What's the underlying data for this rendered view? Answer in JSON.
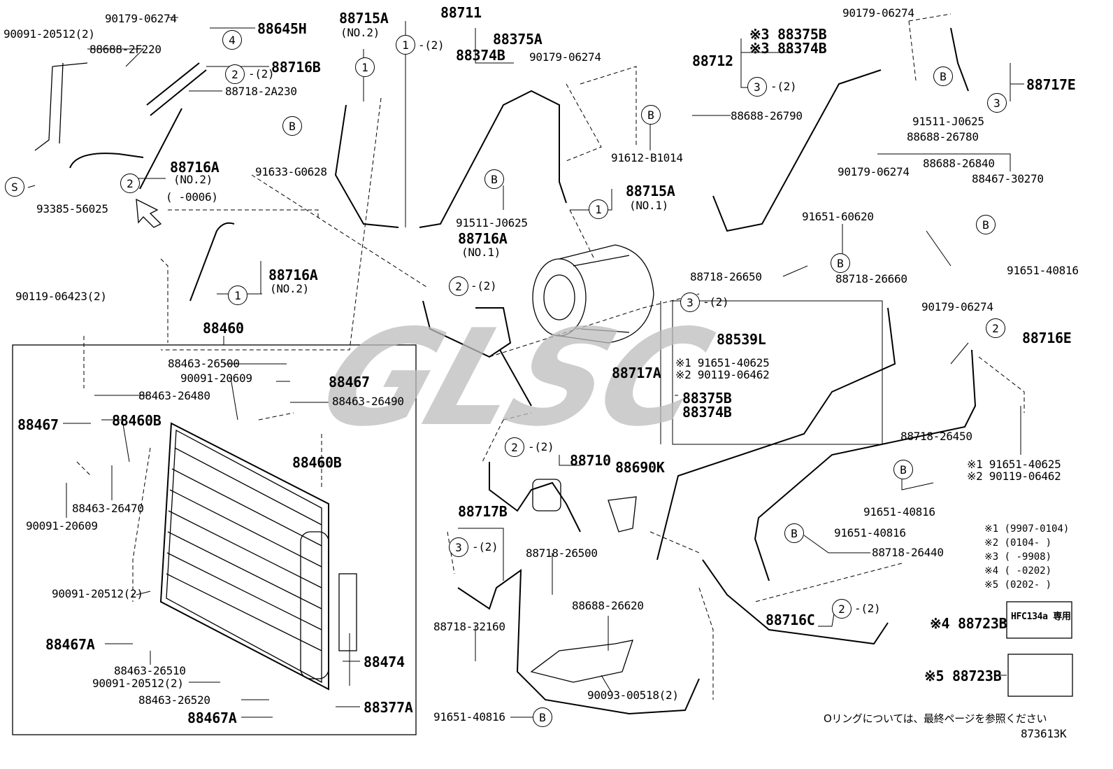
{
  "watermark": "GLSC",
  "labels": {
    "p90179a": "90179-06274",
    "p88645H": "88645H",
    "p90091a": "90091-20512(2)",
    "p88688a": "88688-2F220",
    "p88716B": "88716B",
    "p88718a": "88718-2A230",
    "p88716A_top": "88716A",
    "no2a": "(NO.2)",
    "p93385": "93385-56025",
    "dash0006": "(     -0006)",
    "p88716A_mid": "88716A",
    "no2b": "(NO.2)",
    "p90119": "90119-06423(2)",
    "p88460": "88460",
    "p88715A_top": "88715A",
    "no2c": "(NO.2)",
    "p91633": "91633-G0628",
    "p88711": "88711",
    "p88375A": "88375A",
    "p88374B_top": "88374B",
    "p90179b": "90179-06274",
    "p88715A_no1": "88715A",
    "no1a": "(NO.1)",
    "p91511a": "91511-J0625",
    "p88716A_no1": "88716A",
    "no1b": "(NO.1)",
    "p88688_26790": "88688-26790",
    "p91612": "91612-B1014",
    "p88712": "88712",
    "p88375B_top": "※3 88375B",
    "p88374B_r": "※3 88374B",
    "p90179c": "90179-06274",
    "p88717E": "88717E",
    "p91511b": "91511-J0625",
    "p88688_26780": "88688-26780",
    "p88688_26840": "88688-26840",
    "p90179d": "90179-06274",
    "p88467_30270": "88467-30270",
    "p91651_60620": "91651-60620",
    "p88718_26650": "88718-26650",
    "p88718_26660": "88718-26660",
    "p91651_40816a": "91651-40816",
    "p90179e": "90179-06274",
    "p88539L": "88539L",
    "p88717A": "88717A",
    "star1a": "※1 91651-40625",
    "star2a": "※2 90119-06462",
    "p88375B_b": "88375B",
    "p88374B_b": "88374B",
    "p88716E": "88716E",
    "p88718_26450": "88718-26450",
    "star1b": "※1 91651-40625",
    "star2b": "※2 90119-06462",
    "p91651_40816b": "91651-40816",
    "p91651_40816c": "91651-40816",
    "p88718_26440": "88718-26440",
    "p88716C": "88716C",
    "p88723B_4": "※4 88723B",
    "p88723B_5": "※5 88723B",
    "p88710": "88710",
    "p88690K": "88690K",
    "p88717B": "88717B",
    "p88718_26500": "88718-26500",
    "p88718_32160": "88718-32160",
    "p88688_26620": "88688-26620",
    "p90093": "90093-00518(2)",
    "p91651_40816d": "91651-40816",
    "p88463_26500": "88463-26500",
    "p90091_20609a": "90091-20609",
    "p88467_a": "88467",
    "p88463_26490": "88463-26490",
    "p88463_26480": "88463-26480",
    "p88467_b": "88467",
    "p88460B_a": "88460B",
    "p88460B_b": "88460B",
    "p88463_26470": "88463-26470",
    "p90091_20609b": "90091-20609",
    "p90091_20512b": "90091-20512(2)",
    "p88467A_a": "88467A",
    "p88463_26510": "88463-26510",
    "p90091_20512c": "90091-20512(2)",
    "p88463_26520": "88463-26520",
    "p88467A_b": "88467A",
    "p88474": "88474",
    "p88377A": "88377A",
    "hfc_label": "HFC134a 専用",
    "note_jp": "Oリングについては、最終ページを参照ください",
    "diagram_no": "873613K"
  },
  "circles": {
    "c4": "4",
    "c2a": "2",
    "c2b": "2",
    "c1a": "1",
    "c1b": "1",
    "c1c": "1",
    "c1d": "1",
    "c2c": "2",
    "c3a": "3",
    "c3b": "3",
    "c3c": "3",
    "c2d": "2",
    "c2e": "2",
    "c3d": "3",
    "c2f": "2",
    "cBa": "B",
    "cBb": "B",
    "cBc": "B",
    "cBd": "B",
    "cBe": "B",
    "cBf": "B",
    "cBg": "B",
    "cBh": "B",
    "cBi": "B",
    "cS": "S"
  },
  "qty": {
    "q2a": "-(2)",
    "q2b": "-(2)",
    "q2c": "-(2)",
    "q2d": "-(2)",
    "q2e": "-(2)",
    "q2f": "-(2)",
    "q2g": "-(2)",
    "q2h": "-(2)"
  },
  "legend": [
    {
      "mark": "※1",
      "range": "(9907-0104)"
    },
    {
      "mark": "※2",
      "range": "(0104-      )"
    },
    {
      "mark": "※3",
      "range": "(      -9908)"
    },
    {
      "mark": "※4",
      "range": "(      -0202)"
    },
    {
      "mark": "※5",
      "range": "(0202-      )"
    }
  ]
}
